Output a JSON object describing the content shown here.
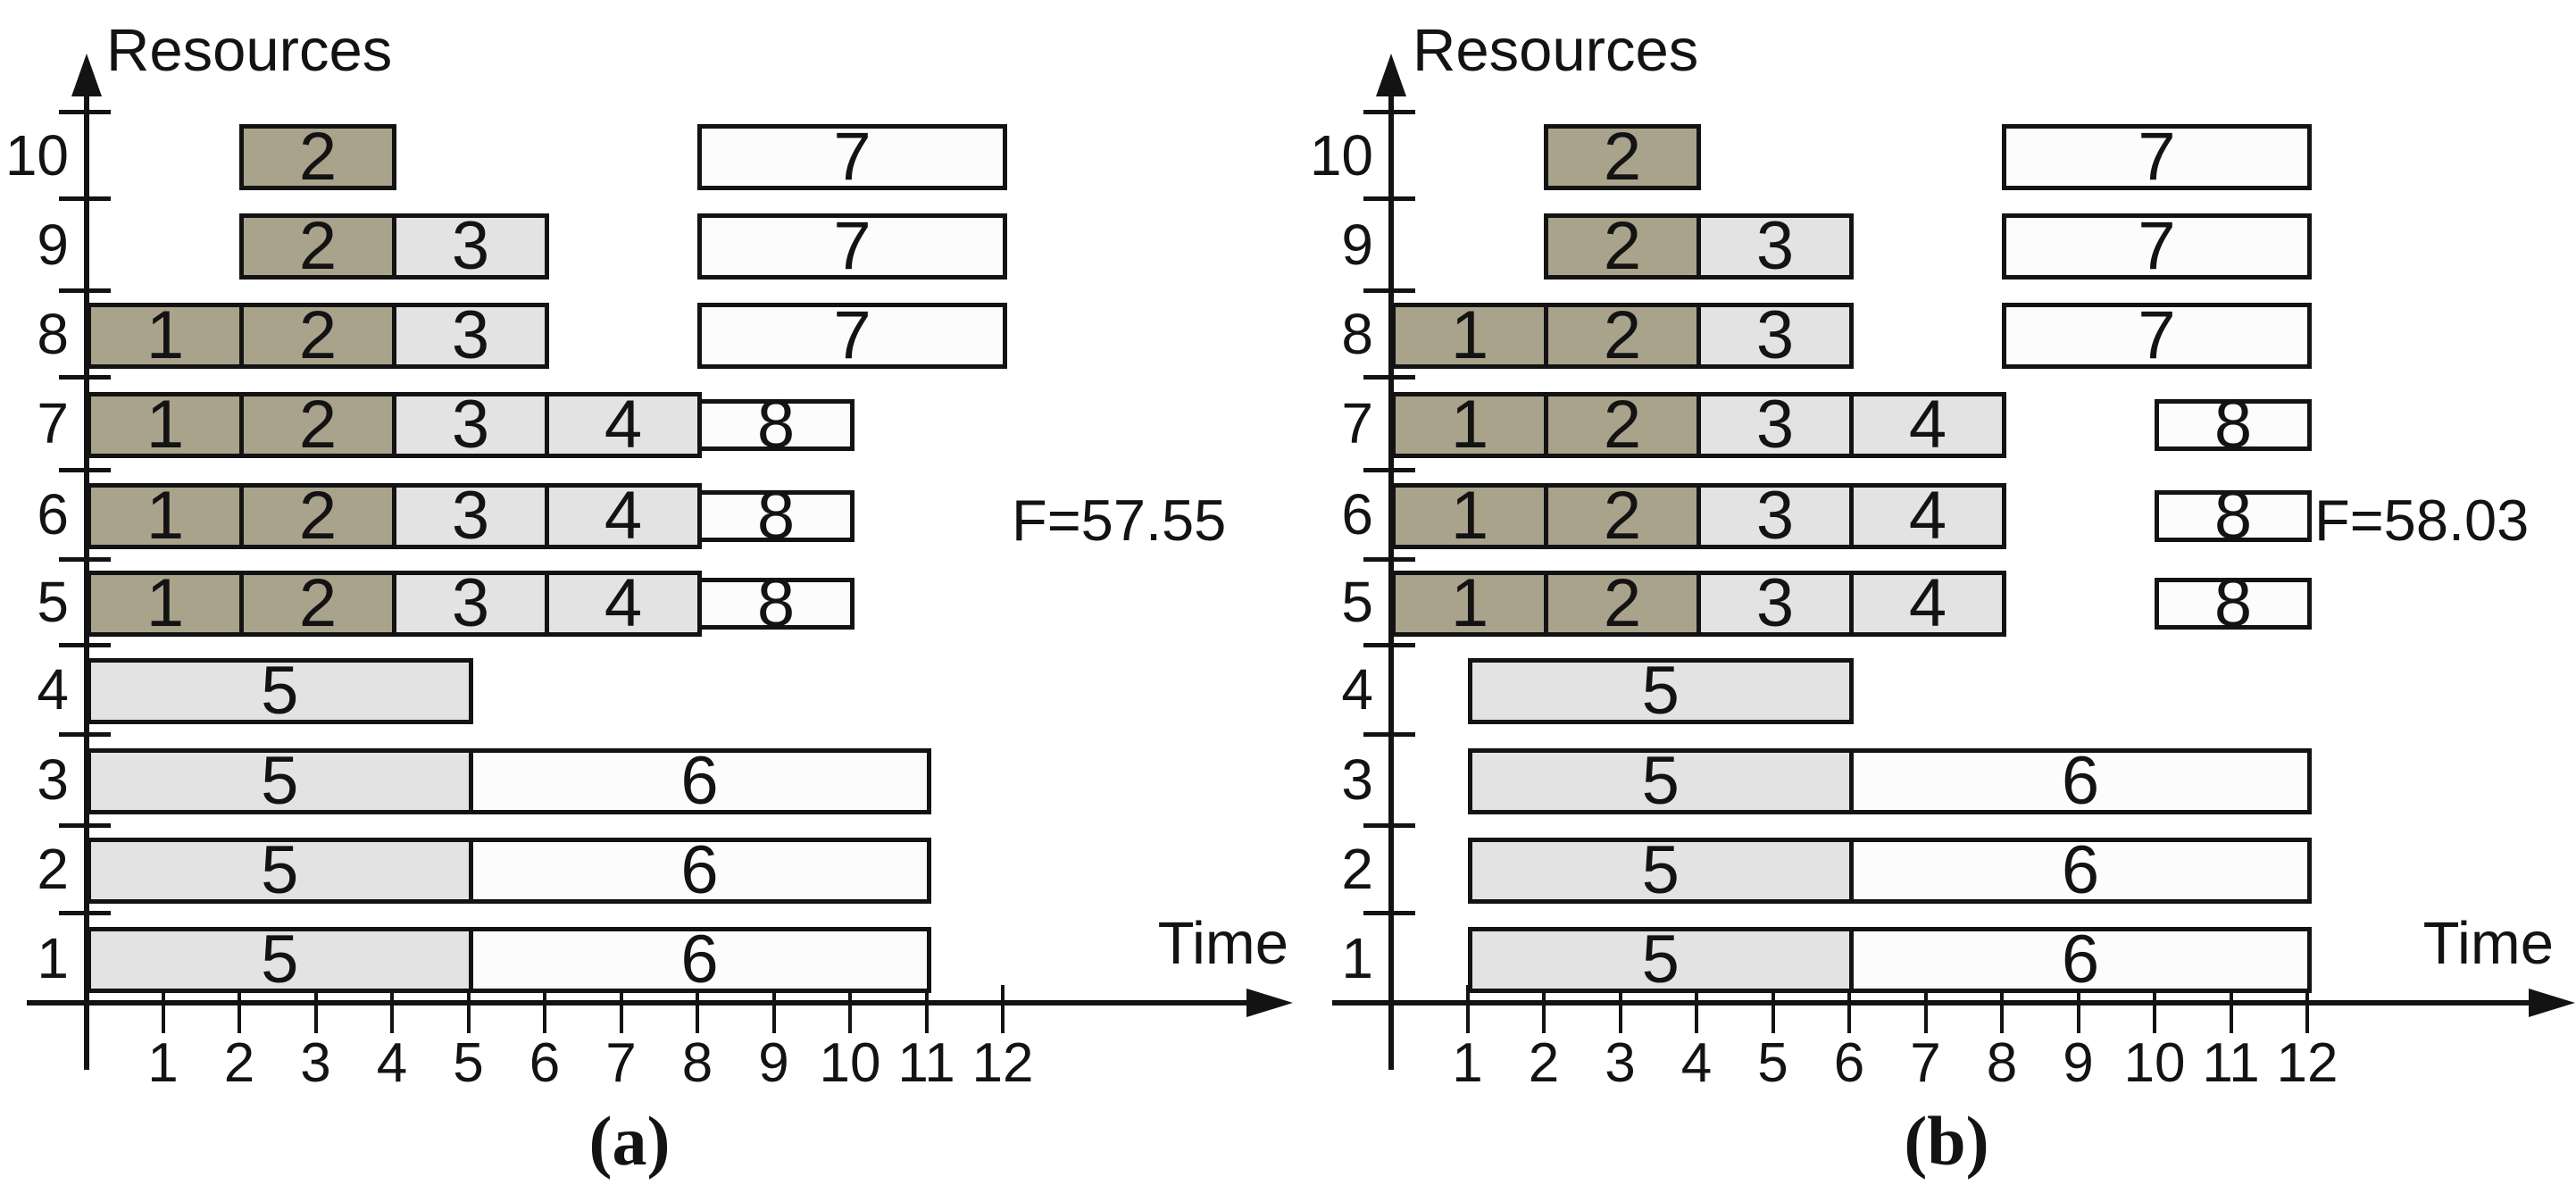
{
  "figure": {
    "ylabel": "Resources",
    "xlabel": "Time",
    "colors": {
      "dark": "#aaa38c",
      "light": "#e3e3e3",
      "open": "#fcfcfc",
      "ink": "#131313"
    }
  },
  "chart_data": [
    {
      "id": "a",
      "type": "gantt",
      "caption": "(a)",
      "fitness_label": "F=57.55",
      "xlabel": "Time",
      "ylabel": "Resources",
      "xlim": [
        0,
        12
      ],
      "x_ticks": [
        1,
        2,
        3,
        4,
        5,
        6,
        7,
        8,
        9,
        10,
        11,
        12
      ],
      "y_ticks": [
        1,
        2,
        3,
        4,
        5,
        6,
        7,
        8,
        9,
        10
      ],
      "rows": [
        {
          "resource": 10,
          "tasks": [
            {
              "task": "2",
              "start": 2,
              "end": 4,
              "style": "dark"
            },
            {
              "task": "7",
              "start": 8,
              "end": 12,
              "style": "open"
            }
          ]
        },
        {
          "resource": 9,
          "tasks": [
            {
              "task": "2",
              "start": 2,
              "end": 4,
              "style": "dark"
            },
            {
              "task": "3",
              "start": 4,
              "end": 6,
              "style": "light"
            },
            {
              "task": "7",
              "start": 8,
              "end": 12,
              "style": "open"
            }
          ]
        },
        {
          "resource": 8,
          "tasks": [
            {
              "task": "1",
              "start": 0,
              "end": 2,
              "style": "dark"
            },
            {
              "task": "2",
              "start": 2,
              "end": 4,
              "style": "dark"
            },
            {
              "task": "3",
              "start": 4,
              "end": 6,
              "style": "light"
            },
            {
              "task": "7",
              "start": 8,
              "end": 12,
              "style": "open"
            }
          ]
        },
        {
          "resource": 7,
          "tasks": [
            {
              "task": "1",
              "start": 0,
              "end": 2,
              "style": "dark"
            },
            {
              "task": "2",
              "start": 2,
              "end": 4,
              "style": "dark"
            },
            {
              "task": "3",
              "start": 4,
              "end": 6,
              "style": "light"
            },
            {
              "task": "4",
              "start": 6,
              "end": 8,
              "style": "light"
            },
            {
              "task": "8",
              "start": 8,
              "end": 10,
              "style": "open",
              "short": true
            }
          ]
        },
        {
          "resource": 6,
          "tasks": [
            {
              "task": "1",
              "start": 0,
              "end": 2,
              "style": "dark"
            },
            {
              "task": "2",
              "start": 2,
              "end": 4,
              "style": "dark"
            },
            {
              "task": "3",
              "start": 4,
              "end": 6,
              "style": "light"
            },
            {
              "task": "4",
              "start": 6,
              "end": 8,
              "style": "light"
            },
            {
              "task": "8",
              "start": 8,
              "end": 10,
              "style": "open",
              "short": true
            }
          ]
        },
        {
          "resource": 5,
          "tasks": [
            {
              "task": "1",
              "start": 0,
              "end": 2,
              "style": "dark"
            },
            {
              "task": "2",
              "start": 2,
              "end": 4,
              "style": "dark"
            },
            {
              "task": "3",
              "start": 4,
              "end": 6,
              "style": "light"
            },
            {
              "task": "4",
              "start": 6,
              "end": 8,
              "style": "light"
            },
            {
              "task": "8",
              "start": 8,
              "end": 10,
              "style": "open",
              "short": true
            }
          ]
        },
        {
          "resource": 4,
          "tasks": [
            {
              "task": "5",
              "start": 0,
              "end": 5,
              "style": "light"
            }
          ]
        },
        {
          "resource": 3,
          "tasks": [
            {
              "task": "5",
              "start": 0,
              "end": 5,
              "style": "light"
            },
            {
              "task": "6",
              "start": 5,
              "end": 11,
              "style": "open"
            }
          ]
        },
        {
          "resource": 2,
          "tasks": [
            {
              "task": "5",
              "start": 0,
              "end": 5,
              "style": "light"
            },
            {
              "task": "6",
              "start": 5,
              "end": 11,
              "style": "open"
            }
          ]
        },
        {
          "resource": 1,
          "tasks": [
            {
              "task": "5",
              "start": 0,
              "end": 5,
              "style": "light"
            },
            {
              "task": "6",
              "start": 5,
              "end": 11,
              "style": "open"
            }
          ]
        }
      ]
    },
    {
      "id": "b",
      "type": "gantt",
      "caption": "(b)",
      "fitness_label": "F=58.03",
      "xlabel": "Time",
      "ylabel": "Resources",
      "xlim": [
        0,
        12
      ],
      "x_ticks": [
        1,
        2,
        3,
        4,
        5,
        6,
        7,
        8,
        9,
        10,
        11,
        12
      ],
      "y_ticks": [
        1,
        2,
        3,
        4,
        5,
        6,
        7,
        8,
        9,
        10
      ],
      "rows": [
        {
          "resource": 10,
          "tasks": [
            {
              "task": "2",
              "start": 2,
              "end": 4,
              "style": "dark"
            },
            {
              "task": "7",
              "start": 8,
              "end": 12,
              "style": "open"
            }
          ]
        },
        {
          "resource": 9,
          "tasks": [
            {
              "task": "2",
              "start": 2,
              "end": 4,
              "style": "dark"
            },
            {
              "task": "3",
              "start": 4,
              "end": 6,
              "style": "light"
            },
            {
              "task": "7",
              "start": 8,
              "end": 12,
              "style": "open"
            }
          ]
        },
        {
          "resource": 8,
          "tasks": [
            {
              "task": "1",
              "start": 0,
              "end": 2,
              "style": "dark"
            },
            {
              "task": "2",
              "start": 2,
              "end": 4,
              "style": "dark"
            },
            {
              "task": "3",
              "start": 4,
              "end": 6,
              "style": "light"
            },
            {
              "task": "7",
              "start": 8,
              "end": 12,
              "style": "open"
            }
          ]
        },
        {
          "resource": 7,
          "tasks": [
            {
              "task": "1",
              "start": 0,
              "end": 2,
              "style": "dark"
            },
            {
              "task": "2",
              "start": 2,
              "end": 4,
              "style": "dark"
            },
            {
              "task": "3",
              "start": 4,
              "end": 6,
              "style": "light"
            },
            {
              "task": "4",
              "start": 6,
              "end": 8,
              "style": "light"
            },
            {
              "task": "8",
              "start": 10,
              "end": 12,
              "style": "open",
              "short": true
            }
          ]
        },
        {
          "resource": 6,
          "tasks": [
            {
              "task": "1",
              "start": 0,
              "end": 2,
              "style": "dark"
            },
            {
              "task": "2",
              "start": 2,
              "end": 4,
              "style": "dark"
            },
            {
              "task": "3",
              "start": 4,
              "end": 6,
              "style": "light"
            },
            {
              "task": "4",
              "start": 6,
              "end": 8,
              "style": "light"
            },
            {
              "task": "8",
              "start": 10,
              "end": 12,
              "style": "open",
              "short": true
            }
          ]
        },
        {
          "resource": 5,
          "tasks": [
            {
              "task": "1",
              "start": 0,
              "end": 2,
              "style": "dark"
            },
            {
              "task": "2",
              "start": 2,
              "end": 4,
              "style": "dark"
            },
            {
              "task": "3",
              "start": 4,
              "end": 6,
              "style": "light"
            },
            {
              "task": "4",
              "start": 6,
              "end": 8,
              "style": "light"
            },
            {
              "task": "8",
              "start": 10,
              "end": 12,
              "style": "open",
              "short": true
            }
          ]
        },
        {
          "resource": 4,
          "tasks": [
            {
              "task": "5",
              "start": 1,
              "end": 6,
              "style": "light"
            }
          ]
        },
        {
          "resource": 3,
          "tasks": [
            {
              "task": "5",
              "start": 1,
              "end": 6,
              "style": "light"
            },
            {
              "task": "6",
              "start": 6,
              "end": 12,
              "style": "open"
            }
          ]
        },
        {
          "resource": 2,
          "tasks": [
            {
              "task": "5",
              "start": 1,
              "end": 6,
              "style": "light"
            },
            {
              "task": "6",
              "start": 6,
              "end": 12,
              "style": "open"
            }
          ]
        },
        {
          "resource": 1,
          "tasks": [
            {
              "task": "5",
              "start": 1,
              "end": 6,
              "style": "light"
            },
            {
              "task": "6",
              "start": 6,
              "end": 12,
              "style": "open"
            }
          ]
        }
      ]
    }
  ]
}
